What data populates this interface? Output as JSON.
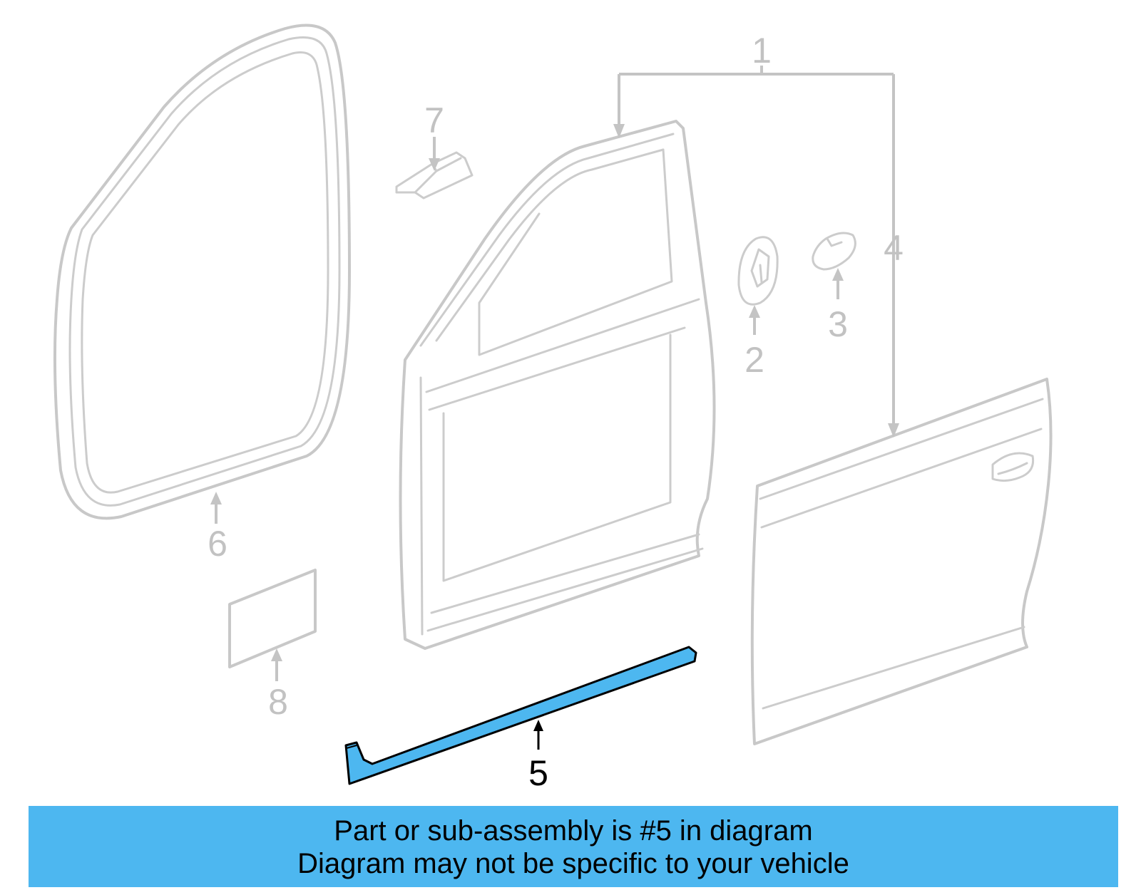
{
  "highlighted_part": "5",
  "callouts": [
    {
      "id": "1",
      "label": "1"
    },
    {
      "id": "2",
      "label": "2"
    },
    {
      "id": "3",
      "label": "3"
    },
    {
      "id": "4",
      "label": "4"
    },
    {
      "id": "5",
      "label": "5"
    },
    {
      "id": "6",
      "label": "6"
    },
    {
      "id": "7",
      "label": "7"
    },
    {
      "id": "8",
      "label": "8"
    }
  ],
  "banner": {
    "line1": "Part or sub-assembly is #5 in diagram",
    "line2": "Diagram may not be specific to your vehicle"
  },
  "colors": {
    "highlight": "#4db7f0",
    "outline": "#c8c8c8",
    "banner_bg": "#4db7f0"
  }
}
